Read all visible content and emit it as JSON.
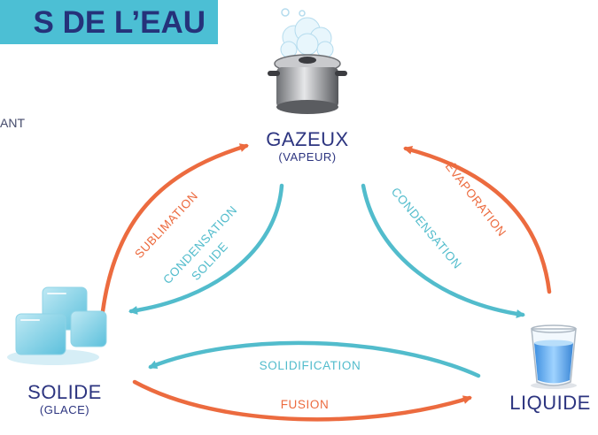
{
  "header": {
    "title": "S DE L’EAU",
    "cut_text": "ANT"
  },
  "states": {
    "gas": {
      "name": "GAZEUX",
      "sub": "(VAPEUR)",
      "icon": "steaming-pot-icon"
    },
    "solid": {
      "name": "SOLIDE",
      "sub": "(GLACE)",
      "icon": "ice-cubes-icon"
    },
    "liquid": {
      "name": "LIQUIDE",
      "icon": "water-glass-icon"
    }
  },
  "processes": {
    "sublimation": "SUBLIMATION",
    "condensation_solide_1": "CONDENSATION",
    "condensation_solide_2": "SOLIDE",
    "condensation": "CONDENSATION",
    "evaporation": "ÉVAPORATION",
    "solidification": "SOLIDIFICATION",
    "fusion": "FUSION"
  },
  "colors": {
    "banner": "#4cbfd4",
    "title": "#25327a",
    "orange_arrow": "#ec6b3f",
    "blue_arrow": "#52bccc",
    "state_text": "#2d3580"
  }
}
